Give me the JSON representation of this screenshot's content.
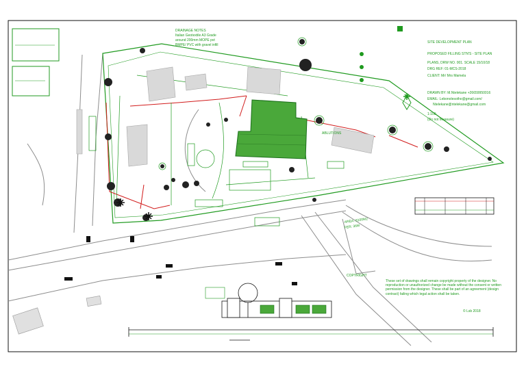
{
  "drainage_note": {
    "heading": "DRAINAGE NOTES",
    "line1": "Italian Geotextile A3 Grade",
    "line2": "around 200mm MOPE pvt",
    "line3": "BMPE/ PVC with gravel infill"
  },
  "title_block": {
    "title": "SITE DEVELOPMENT PLAN",
    "subtitle": "PROPOSED FILLING STN'S - SITE PLAN",
    "plans": "PLANS, DRW NO. 001. SCALE 15/10/18",
    "drg_ref": "DRG REF: 01-MCS-2018",
    "client": "CLIENT: Mr/ Mrs Mamela",
    "drawn": "DRAWN BY: M.Ntelekane +26659950016",
    "email1": "EMAIL: Lebonolesotho@gmail.com/",
    "email2": "Ntelekane@ntelekane@gmail.com",
    "scale": "1:100",
    "scale_note": "(Do not Measure)"
  },
  "labels": {
    "area": "AREA: 8100M2",
    "fer": "FER: 36M",
    "copyright_heading": "COPYRIGHT",
    "copyright_text": "These set of drawings shall remain copyright property of the designer. No reproduction or unauthorized change be made without the consent or written permission from the designer. These shall be part of an agreement (design contract) failing which legal action shall be taken.",
    "signature": "© Lsb 2018",
    "ablutions": "ABLUTIONS"
  },
  "colors": {
    "line_green": "#1f9a1f",
    "fill_green": "#4aa83a",
    "red": "#d11a1a",
    "grey": "#9a9a9a",
    "black": "#111111"
  }
}
